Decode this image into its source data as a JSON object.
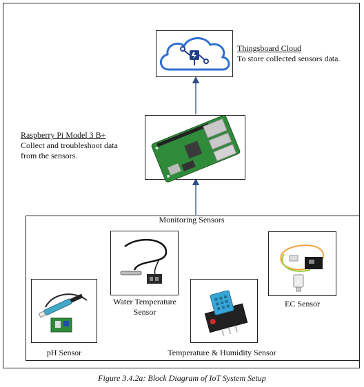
{
  "cloud": {
    "title": "Thingsboard Cloud",
    "description": "To store collected sensors data."
  },
  "raspberry": {
    "title": "Raspberry Pi Model 3 B+",
    "line1": "Collect and troubleshoot data",
    "line2": "from the sensors."
  },
  "monitoring": {
    "title": "Monitoring Sensors"
  },
  "sensors": {
    "ph": "pH Sensor",
    "water_temp_line1": "Water Temperature",
    "water_temp_line2": "Sensor",
    "temp_humidity": "Temperature & Humidity Sensor",
    "ec": "EC Sensor"
  },
  "caption": "Figure 3.4.2a: Block Diagram of IoT System Setup",
  "colors": {
    "cloud_outline": "#2f6fd1",
    "arrow": "#2b4f88",
    "board_green": "#2f8a3a",
    "dht_blue": "#38a7d8"
  },
  "icons": [
    "cloud-icon",
    "chip-icon",
    "raspberry-pi-board",
    "ph-probe",
    "temperature-probe",
    "dht-sensor",
    "ec-probe"
  ]
}
